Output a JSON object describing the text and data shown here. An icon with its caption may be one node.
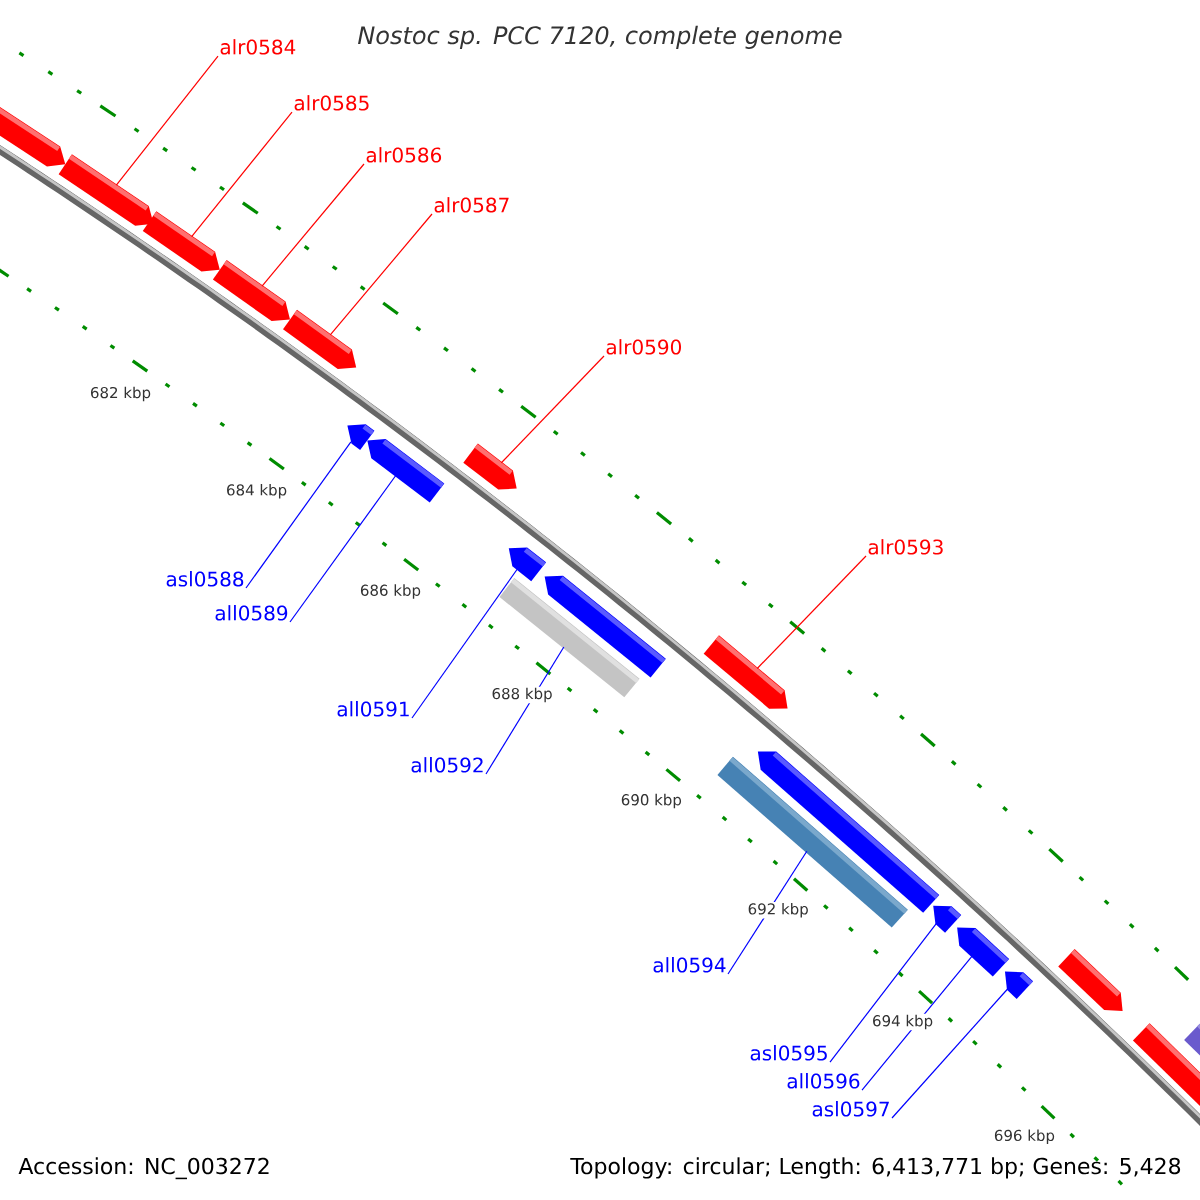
{
  "diagram": {
    "title": "Nostoc sp. PCC 7120, complete genome",
    "nodes": [
      {
        "text": [],
        "shape": "arrow"
      },
      {
        "text": [
          "alr0584"
        ]
      },
      {
        "text": [],
        "shape": "arrow"
      },
      {
        "text": [
          "alr0585"
        ]
      },
      {
        "text": [],
        "shape": "arrow"
      },
      {
        "text": [
          "alr0586"
        ]
      },
      {
        "text": [],
        "shape": "arrow"
      },
      {
        "text": [
          "alr0587"
        ]
      },
      {
        "text": [],
        "shape": "arrow"
      },
      {
        "text": [
          "alr0590"
        ]
      },
      {
        "text": [],
        "shape": "arrow"
      },
      {
        "text": [],
        "shape": "arrow"
      },
      {
        "text": [],
        "shape": "arrow"
      },
      {
        "text": [
          "asl0588"
        ]
      },
      {
        "text": [
          "all0589"
        ]
      },
      {
        "text": [],
        "shape": "arrow"
      },
      {
        "text": [],
        "shape": "arrow"
      },
      {
        "text": [],
        "shape": "bar"
      },
      {
        "text": [
          "all0591"
        ]
      },
      {
        "text": [
          "all0592"
        ]
      },
      {
        "text": [
          "alr0593"
        ]
      },
      {
        "text": [],
        "shape": "arrow"
      },
      {
        "text": [],
        "shape": "arrow"
      },
      {
        "text": [],
        "shape": "bar"
      },
      {
        "text": [
          "all0594"
        ]
      },
      {
        "text": [],
        "shape": "arrow"
      },
      {
        "text": [],
        "shape": "arrow"
      },
      {
        "text": [],
        "shape": "arrow"
      },
      {
        "text": [
          "asl0595"
        ]
      },
      {
        "text": [
          "all0596"
        ]
      },
      {
        "text": [
          "asl0597"
        ]
      },
      {
        "text": [],
        "shape": "arrow"
      },
      {
        "text": [],
        "shape": "arrow"
      },
      {
        "text": [],
        "shape": "bar"
      }
    ],
    "edges": [
      {
        "from": 1,
        "to": 2,
        "arrow": "none",
        "color": "#ff0000"
      },
      {
        "from": 3,
        "to": 4,
        "arrow": "none",
        "color": "#ff0000"
      },
      {
        "from": 5,
        "to": 6,
        "arrow": "none",
        "color": "#ff0000"
      },
      {
        "from": 7,
        "to": 8,
        "arrow": "none",
        "color": "#ff0000"
      },
      {
        "from": 9,
        "to": 10,
        "arrow": "none",
        "color": "#ff0000"
      },
      {
        "from": 13,
        "to": 11,
        "arrow": "none"
      },
      {
        "from": 14,
        "to": 12,
        "arrow": "none"
      },
      {
        "from": 18,
        "to": 15,
        "arrow": "none"
      },
      {
        "from": 19,
        "to": 17,
        "arrow": "none"
      },
      {
        "from": 20,
        "to": 21,
        "arrow": "none",
        "color": "#ff0000"
      },
      {
        "from": 24,
        "to": 23,
        "arrow": "none"
      },
      {
        "from": 28,
        "to": 25,
        "arrow": "none"
      },
      {
        "from": 29,
        "to": 26,
        "arrow": "none"
      },
      {
        "from": 30,
        "to": 27,
        "arrow": "none"
      }
    ],
    "labels": [
      "682 kbp",
      "684 kbp",
      "686 kbp",
      "688 kbp",
      "690 kbp",
      "692 kbp",
      "694 kbp",
      "696 kbp",
      "Accession: NC_003272",
      "Topology: circular; Length: 6,413,771 bp; Genes: 5,428"
    ]
  }
}
